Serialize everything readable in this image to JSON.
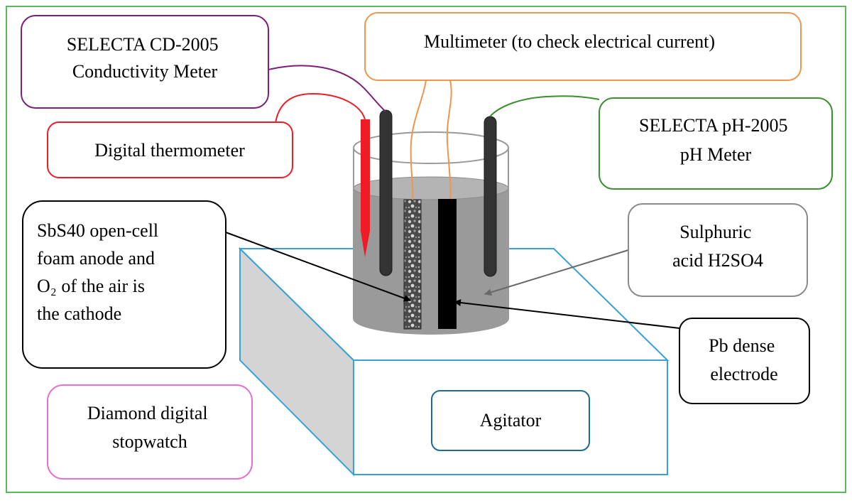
{
  "labels": {
    "conductivity": [
      "SELECTA CD-2005",
      "Conductivity Meter"
    ],
    "multimeter": [
      "Multimeter (to check electrical current)"
    ],
    "thermometer": [
      "Digital thermometer"
    ],
    "ph_meter": [
      "SELECTA pH-2005",
      "pH Meter"
    ],
    "anode": [
      "SbS40 open-cell",
      "foam anode and",
      "O₂ of the air is",
      "the cathode"
    ],
    "acid": [
      "Sulphuric",
      "acid H2SO4"
    ],
    "pb_electrode": [
      "Pb dense",
      "electrode"
    ],
    "stopwatch": [
      "Diamond digital",
      "stopwatch"
    ],
    "agitator": [
      "Agitator"
    ]
  },
  "colors": {
    "frame": "#5cb85c",
    "conductivity": "#7b1f7b",
    "multimeter": "#f0954a",
    "thermometer": "#ee1c24",
    "ph_meter": "#3a8f2f",
    "anode": "#111111",
    "acid": "#8a8a8a",
    "pb_electrode": "#111111",
    "stopwatch": "#e86fd0",
    "agitator": "#1f6b8f",
    "stirrer_outline": "#3aa0d8",
    "liquid": "#9a9a9a"
  }
}
